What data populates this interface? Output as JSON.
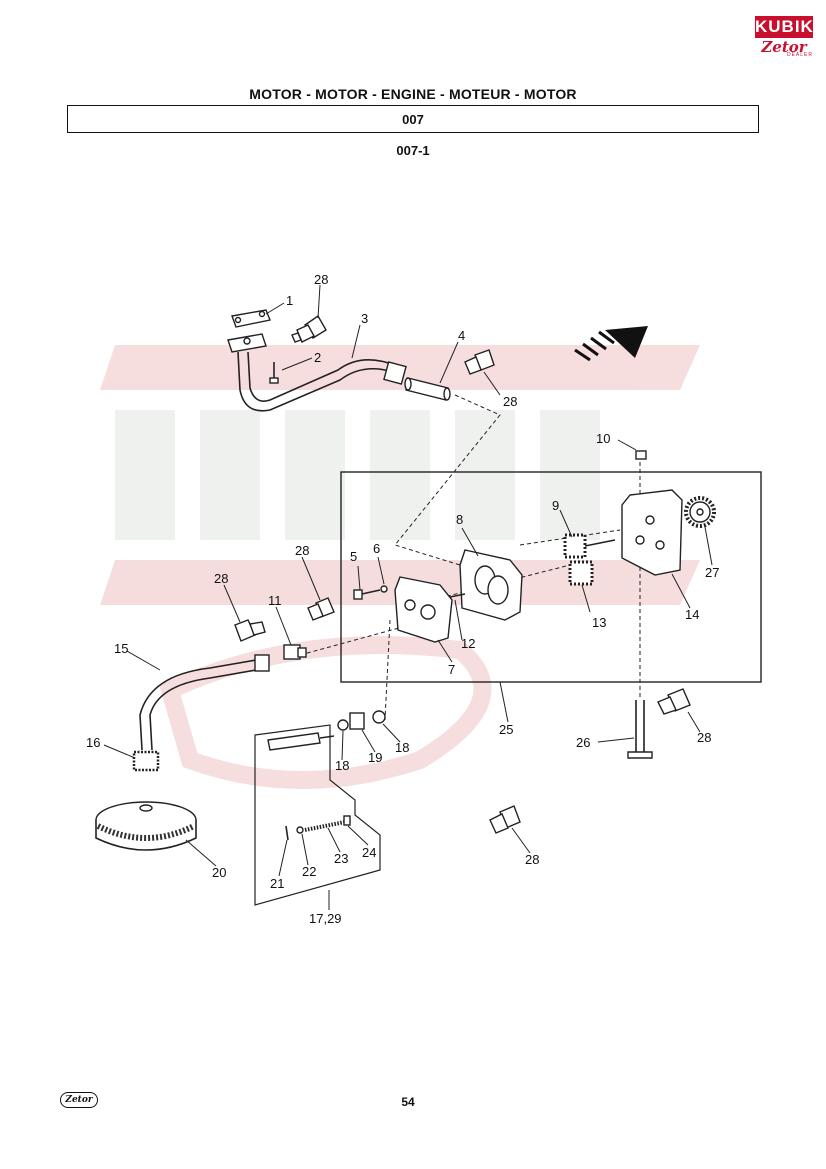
{
  "header": {
    "title": "MOTOR - MOTOR - ENGINE - MOTEUR - MOTOR",
    "group_code": "007",
    "figure_code": "007-1"
  },
  "brand": {
    "top_text": "KUBIK",
    "bottom_text": "Zetor",
    "dealer_text": "DEALER",
    "primary_color": "#c8102e",
    "watermark_color": "#f4d6d6"
  },
  "footer": {
    "page_number": "54",
    "logo_text": "Zetor"
  },
  "parts": {
    "p1": "1",
    "p2": "2",
    "p3": "3",
    "p4": "4",
    "p5": "5",
    "p6": "6",
    "p7": "7",
    "p8": "8",
    "p9": "9",
    "p10": "10",
    "p11": "11",
    "p12": "12",
    "p13": "13",
    "p14": "14",
    "p15": "15",
    "p16": "16",
    "p18a": "18",
    "p18b": "18",
    "p19": "19",
    "p20": "20",
    "p21": "21",
    "p22": "22",
    "p23": "23",
    "p24": "24",
    "p25": "25",
    "p26": "26",
    "p27": "27",
    "p28a": "28",
    "p28b": "28",
    "p28c": "28",
    "p28d": "28",
    "p28e": "28",
    "p28f": "28",
    "p17_29": "17,29"
  }
}
